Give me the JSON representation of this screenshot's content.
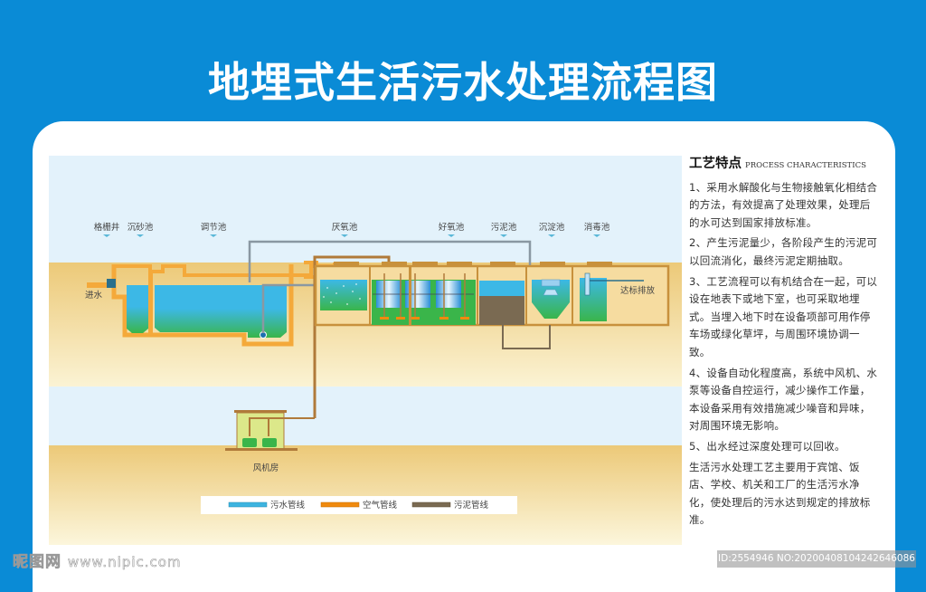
{
  "title": "地埋式生活污水处理流程图",
  "diagram": {
    "stages": {
      "grid_well": "格栅井",
      "grit_tank": "沉砂池",
      "equalization_tank": "调节池",
      "anoxic_tank": "厌氧池",
      "aerobic_tank": "好氧池",
      "sludge_tank": "污泥池",
      "sedimentation_tank": "沉淀池",
      "disinfection_tank": "消毒池"
    },
    "inlet_label": "进水",
    "outlet_label": "达标排放",
    "blower_room_label": "风机房",
    "legend": [
      {
        "label": "污水管线",
        "color": "#3db4e0"
      },
      {
        "label": "空气管线",
        "color": "#f08a0e"
      },
      {
        "label": "污泥管线",
        "color": "#7a6a52"
      }
    ]
  },
  "side_panel": {
    "heading_zh": "工艺特点",
    "heading_en": "PROCESS CHARACTERISTICS",
    "paragraphs": [
      "1、采用水解酸化与生物接触氧化相结合的方法，有效提高了处理效果，处理后的水可达到国家排放标准。",
      "2、产生污泥量少，各阶段产生的污泥可以回流消化，最终污泥定期抽取。",
      "3、工艺流程可以有机结合在一起，可以设在地表下或地下室，也可采取地埋式。当埋入地下时在设备项部可用作停车场或绿化草坪，与周围环境协调一致。",
      "4、设备自动化程度高，系统中风机、水泵等设备自控运行，减少操作工作量，本设备采用有效措施减少噪音和异味，对周围环境无影响。",
      "5、出水经过深度处理可以回收。",
      "生活污水处理工艺主要用于宾馆、饭店、学校、机关和工厂的生活污水净化，使处理后的污水达到规定的排放标准。"
    ]
  },
  "watermark": {
    "logo_text": "昵图网",
    "url": "www.nipic.com",
    "id_text": "ID:2554946 NO:20200408104242646086"
  },
  "colors": {
    "brand_blue": "#0a8bd6",
    "sky": "#e3f2fb",
    "soil_top": "#ecc978",
    "soil_bottom": "#fbf3d4",
    "wall": "#f4a93a",
    "concrete": "#c8913c"
  }
}
